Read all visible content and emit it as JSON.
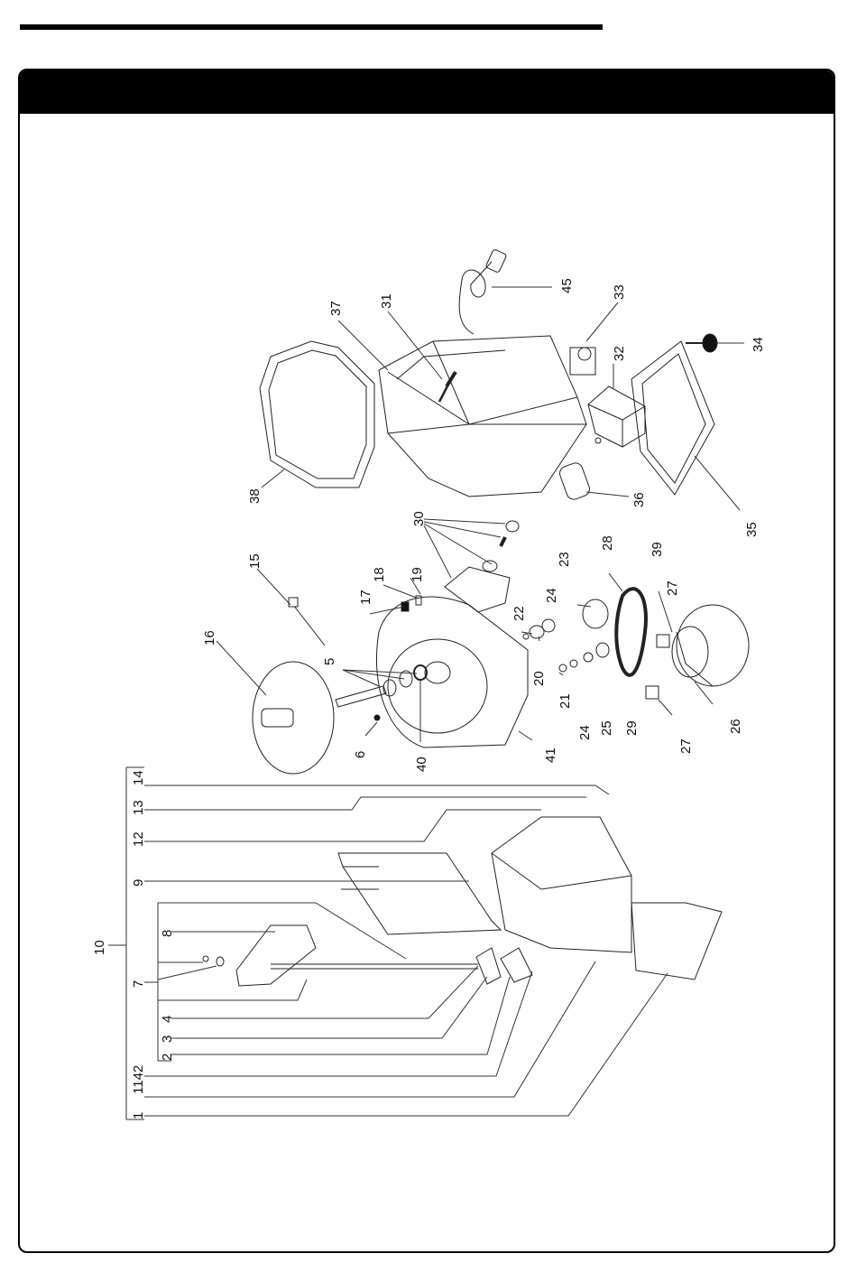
{
  "callouts": {
    "n1": "1",
    "n1142": "1142",
    "n2": "2",
    "n3": "3",
    "n4": "4",
    "n5": "5",
    "n6": "6",
    "n7": "7",
    "n8": "8",
    "n9": "9",
    "n10": "10",
    "n12": "12",
    "n13": "13",
    "n14": "14",
    "n15": "15",
    "n16": "16",
    "n17": "17",
    "n18": "18",
    "n19": "19",
    "n20": "20",
    "n21": "21",
    "n22": "22",
    "n23": "23",
    "n24a": "24",
    "n24b": "24",
    "n25": "25",
    "n26": "26",
    "n27a": "27",
    "n27b": "27",
    "n28": "28",
    "n29": "29",
    "n30": "30",
    "n31": "31",
    "n32": "32",
    "n33": "33",
    "n34": "34",
    "n35": "35",
    "n36": "36",
    "n37": "37",
    "n38": "38",
    "n39": "39",
    "n40": "40",
    "n41": "41",
    "n45": "45"
  }
}
